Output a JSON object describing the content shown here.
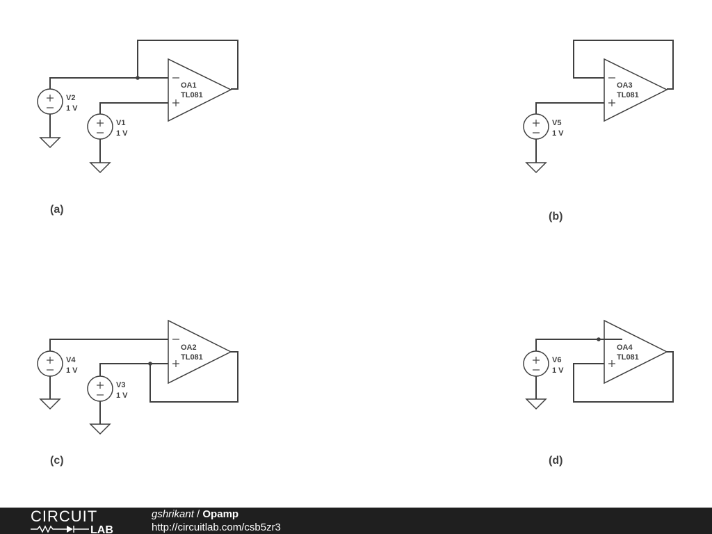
{
  "circuits": [
    {
      "id": "a",
      "caption": "(a)",
      "opamp": {
        "name": "OA1",
        "model": "TL081"
      },
      "sources": [
        {
          "name": "V2",
          "value": "1 V"
        },
        {
          "name": "V1",
          "value": "1 V"
        }
      ]
    },
    {
      "id": "b",
      "caption": "(b)",
      "opamp": {
        "name": "OA3",
        "model": "TL081"
      },
      "sources": [
        {
          "name": "V5",
          "value": "1 V"
        }
      ]
    },
    {
      "id": "c",
      "caption": "(c)",
      "opamp": {
        "name": "OA2",
        "model": "TL081"
      },
      "sources": [
        {
          "name": "V4",
          "value": "1 V"
        },
        {
          "name": "V3",
          "value": "1 V"
        }
      ]
    },
    {
      "id": "d",
      "caption": "(d)",
      "opamp": {
        "name": "OA4",
        "model": "TL081"
      },
      "sources": [
        {
          "name": "V6",
          "value": "1 V"
        }
      ]
    }
  ],
  "footer": {
    "logo_top": "CIRCUIT",
    "logo_bottom": "LAB",
    "author": "gshrikant",
    "separator": " / ",
    "title": "Opamp",
    "url": "http://circuitlab.com/csb5zr3"
  }
}
